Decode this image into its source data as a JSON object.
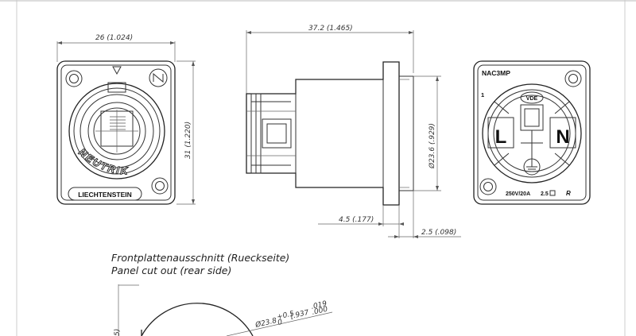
{
  "front_view": {
    "width_dim": "26 (1.024)",
    "height_dim": "31 (1.220)",
    "brand": "NEUTRIK",
    "badge": "LIECHTENSTEIN"
  },
  "side_view": {
    "length_dim": "37.2 (1.465)",
    "diameter_dim": "Ø23.6 (.929)",
    "flange_dim": "4.5 (.177)",
    "gap_dim": "2.5 (.098)"
  },
  "rear_view": {
    "model": "NAC3MP",
    "pin_number": "1",
    "cert": "VDE",
    "pin_l": "L",
    "pin_n": "N",
    "rating": "250V/20A",
    "rating_b": "2.5",
    "ul_mark": "R"
  },
  "panel_cutout": {
    "title_de": "Frontplattenausschnitt (Rueckseite)",
    "title_en": "Panel cut out (rear side)",
    "diameter_dim": "Ø23.8",
    "tol_main": "+0.5",
    "tol_low": "0",
    "inch_dim": "[.937",
    "inch_tol_up": ".019",
    "inch_tol_low": ".000",
    "side_mark": "5)"
  }
}
